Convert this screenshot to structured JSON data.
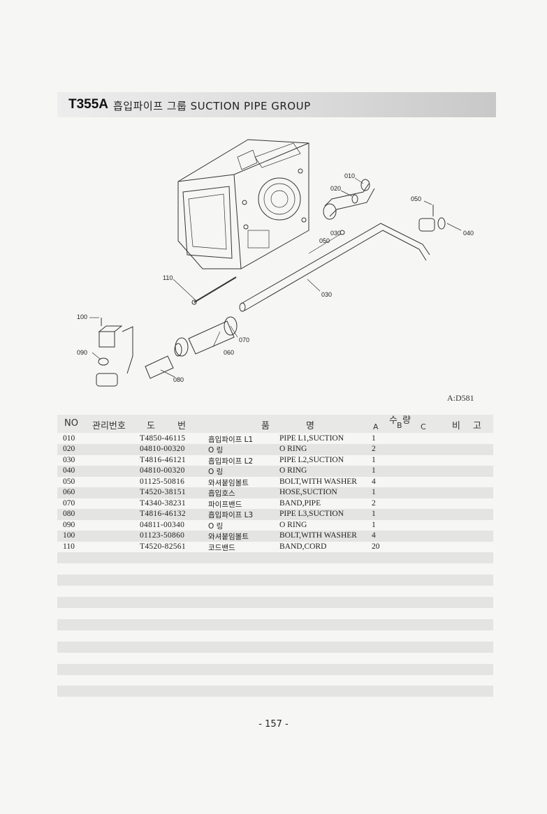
{
  "header": {
    "code": "T355A",
    "title": "흡입파이프 그룹  SUCTION  PIPE GROUP"
  },
  "diagram": {
    "labels": {
      "c010": "010",
      "c020": "020",
      "c030": "030",
      "c040": "040",
      "c050a": "050",
      "c050b": "050",
      "c060": "060",
      "c070": "070",
      "c080": "080",
      "c090": "090",
      "c100": "100",
      "c110": "110"
    },
    "ref": "A:D581"
  },
  "table": {
    "headers": {
      "no": "NO",
      "mgmt": "관리번호",
      "do": "도",
      "beon": "번",
      "pum": "품",
      "myeong": "명",
      "su": "수",
      "ryang": "량",
      "a": "A",
      "b": "B",
      "c": "C",
      "bi": "비",
      "go": "고"
    },
    "rows": [
      {
        "no": "010",
        "part": "T4850-46115",
        "ko": "흡입파이프 L1",
        "en": "PIPE L1,SUCTION",
        "qty": "1"
      },
      {
        "no": "020",
        "part": "04810-00320",
        "ko": "O 링",
        "en": "O RING",
        "qty": "2"
      },
      {
        "no": "030",
        "part": "T4816-46121",
        "ko": "흡입파이프 L2",
        "en": "PIPE L2,SUCTION",
        "qty": "1"
      },
      {
        "no": "040",
        "part": "04810-00320",
        "ko": "O 링",
        "en": "O RING",
        "qty": "1"
      },
      {
        "no": "050",
        "part": "01125-50816",
        "ko": "와셔붙임볼트",
        "en": "BOLT,WITH WASHER",
        "qty": "4"
      },
      {
        "no": "060",
        "part": "T4520-38151",
        "ko": "흡입호스",
        "en": "HOSE,SUCTION",
        "qty": "1"
      },
      {
        "no": "070",
        "part": "T4340-38231",
        "ko": "파이프밴드",
        "en": "BAND,PIPE",
        "qty": "2"
      },
      {
        "no": "080",
        "part": "T4816-46132",
        "ko": "흡입파이프 L3",
        "en": "PIPE L3,SUCTION",
        "qty": "1"
      },
      {
        "no": "090",
        "part": "04811-00340",
        "ko": "O 링",
        "en": "O RING",
        "qty": "1"
      },
      {
        "no": "100",
        "part": "01123-50860",
        "ko": "와셔붙임볼트",
        "en": "BOLT,WITH WASHER",
        "qty": "4"
      },
      {
        "no": "110",
        "part": "T4520-82561",
        "ko": "코드밴드",
        "en": "BAND,CORD",
        "qty": "20"
      }
    ]
  },
  "footer": {
    "page": "- 157 -"
  }
}
